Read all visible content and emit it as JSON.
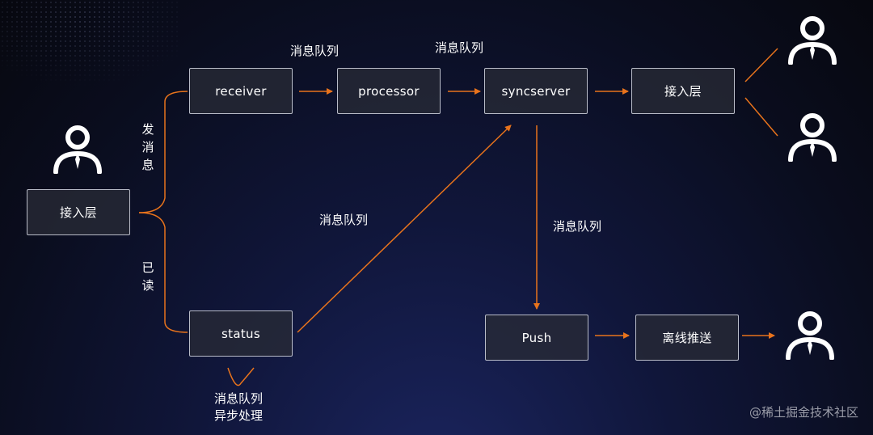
{
  "nodes": {
    "access_left": "接入层",
    "receiver": "receiver",
    "processor": "processor",
    "syncserver": "syncserver",
    "access_right": "接入层",
    "status": "status",
    "push": "Push",
    "offline_push": "离线推送"
  },
  "labels": {
    "send_message": "发消息",
    "read": "已读",
    "mq_receiver_processor": "消息队列",
    "mq_processor_syncserver": "消息队列",
    "mq_status_syncserver": "消息队列",
    "mq_syncserver_push": "消息队列",
    "async_line1": "消息队列",
    "async_line2": "异步处理"
  },
  "icons": {
    "sender": "user-icon",
    "receiver_user_1": "user-icon",
    "receiver_user_2": "user-icon",
    "offline_user": "user-icon"
  },
  "colors": {
    "arrow": "#e8731c",
    "box_border": "#b9bcc8",
    "background": "#0b0e20"
  },
  "watermark": "@稀土掘金技术社区"
}
